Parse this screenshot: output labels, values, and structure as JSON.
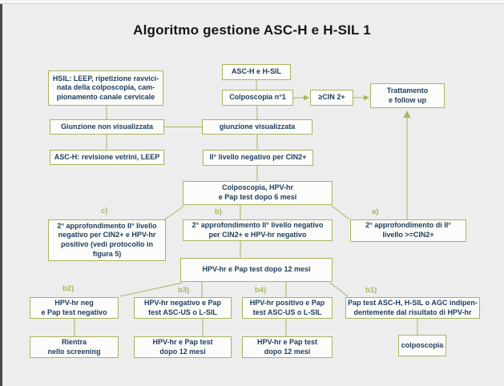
{
  "title": "Algoritmo gestione ASC-H e H-SIL  1",
  "colors": {
    "accent": "#a9b45c",
    "text": "#21405e",
    "background": "#ededee",
    "box_fill": "#fcfcfa"
  },
  "nodes": {
    "hsil_leep": "HSIL: LEEP, ripetizione ravvici-\nnata della colposcopia, cam-\npionamento canale cervicale",
    "giunzione_non_visualizzata": "Giunzione non visualizzata",
    "asch_revisione": "ASC-H: revisione vetrini, LEEP",
    "asch_hsil": "ASC-H e H-SIL",
    "colposcopia_n1": "Colposcopia n°1",
    "cin2": "≥CIN 2+",
    "trattamento": "Trattamento\ne follow up",
    "giunzione_visualizzata": "giunzione visualizzata",
    "secondo_livello_negativo": "II° livello negativo per CIN2+",
    "colposcopia_6_mesi": "Colposcopia, HPV-hr\ne Pap test dopo 6 mesi",
    "approfondimento_c": "2° approfondimento II° livello\nnegativo per CIN2+ e HPV-hr\npositivo (vedi protocollo in\nfigura 5)",
    "approfondimento_b": "2° approfondimento II° livello negativo\nper CIN2+ e HPV-hr negativo",
    "approfondimento_a": "2° approfondimento di II°\nlivello >=CIN2+",
    "hpv_pap_12_mesi": "HPV-hr e Pap test dopo 12 mesi",
    "b2_condition": "HPV-hr neg\ne Pap test negativo",
    "b3_condition": "HPV-hr negativo e Pap\ntest ASC-US o L-SIL",
    "b4_condition": "HPV-hr positivo e Pap\ntest ASC-US o L-SIL",
    "b1_condition": "Pap test ASC-H, H-SIL o AGC indipen-\ndentemente dal risultato di HPV-hr",
    "rientra_screening": "Rientra\nnello screening",
    "b3_followup": "HPV-hr e Pap test\ndopo 12 mesi",
    "b4_followup": "HPV-hr e Pap test\ndopo 12 mesi",
    "colposcopia_finale": "colposcopia"
  },
  "branch_labels": {
    "a": "a)",
    "b": "b)",
    "c": "c)",
    "b1": "b1)",
    "b2": "b2)",
    "b3": "b3)",
    "b4": "b4)"
  }
}
